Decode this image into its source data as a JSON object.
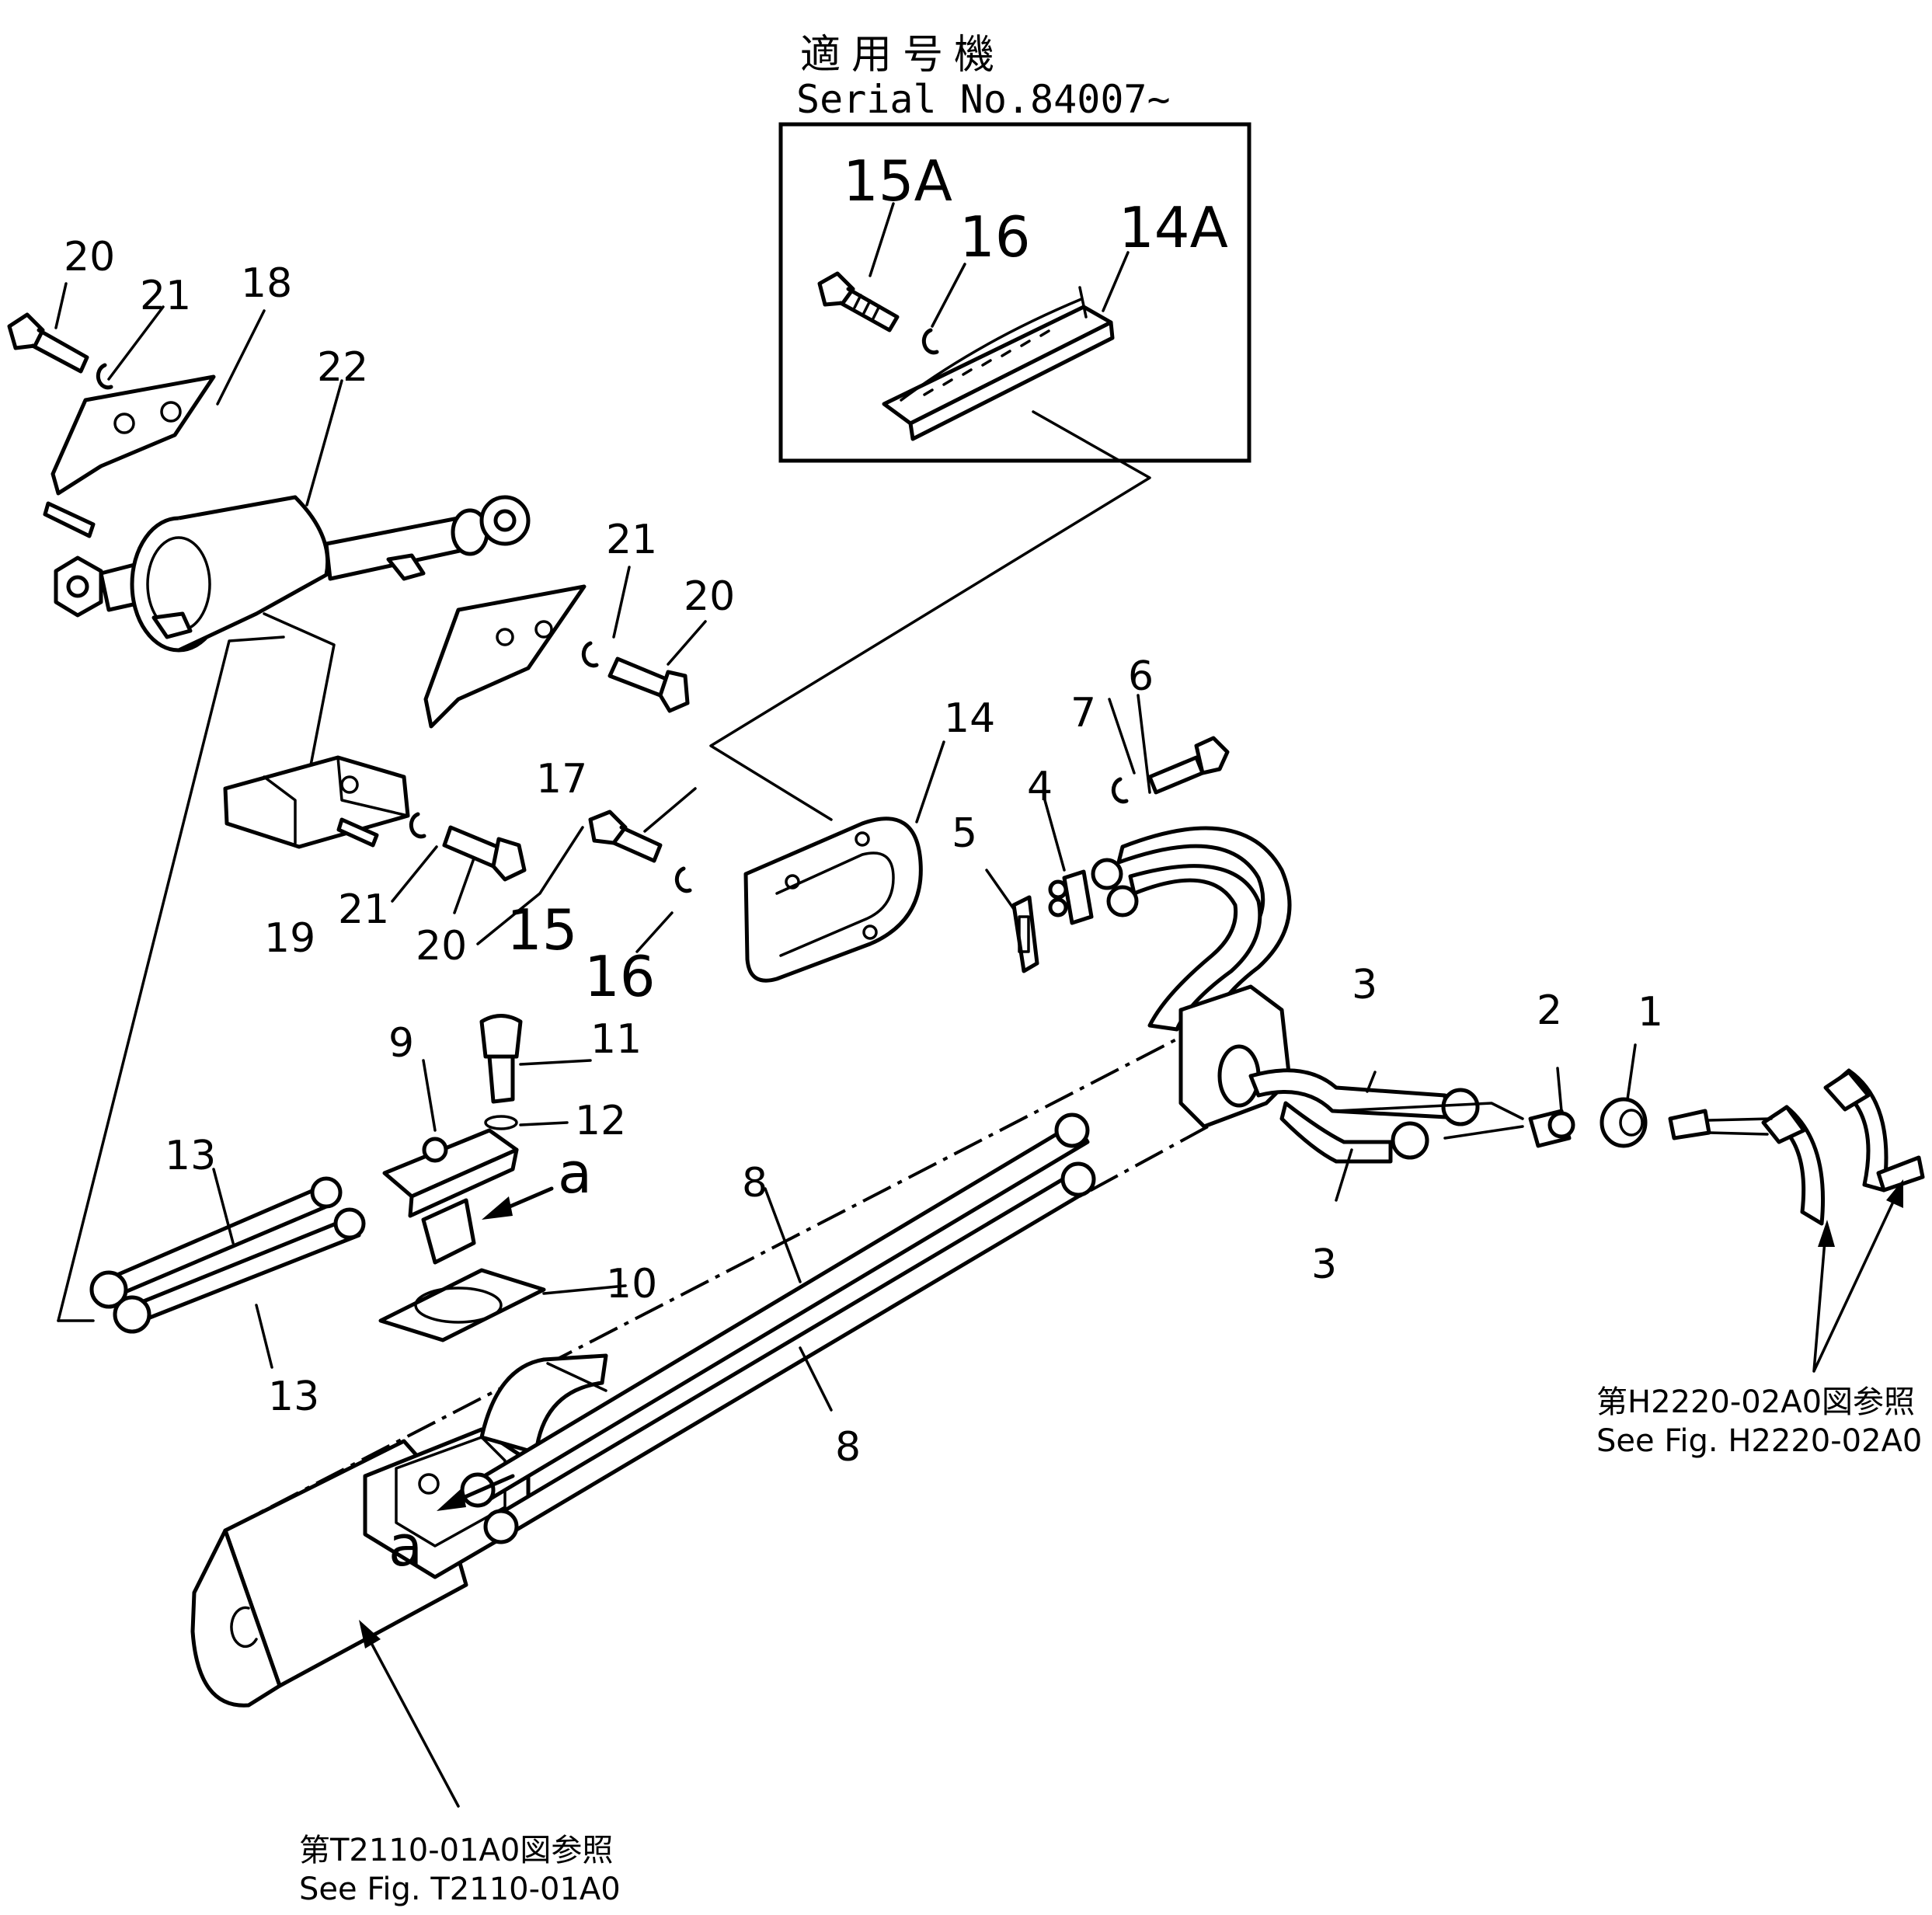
{
  "inset": {
    "title_jp": "適用号機",
    "serial": "Serial No.84007~",
    "labels": {
      "p15A": "15A",
      "p16": "16",
      "p14A": "14A"
    }
  },
  "callouts": {
    "c1": "1",
    "c2": "2",
    "c3a": "3",
    "c3b": "3",
    "c4": "4",
    "c5": "5",
    "c6": "6",
    "c7": "7",
    "c8a": "8",
    "c8b": "8",
    "c9": "9",
    "c10": "10",
    "c11": "11",
    "c12": "12",
    "c13a": "13",
    "c13b": "13",
    "c14": "14",
    "c15": "15",
    "c16": "16",
    "c17": "17",
    "c18": "18",
    "c19": "19",
    "c20a": "20",
    "c20b": "20",
    "c20c": "20",
    "c21a": "21",
    "c21b": "21",
    "c21c": "21",
    "c22": "22",
    "view_a1": "a",
    "view_a2": "a"
  },
  "references": {
    "ref1_jp": "第H2220-02A0図参照",
    "ref1_en": "See Fig. H2220-02A0",
    "ref2_jp": "第T2110-01A0図参照",
    "ref2_en": "See Fig. T2110-01A0"
  }
}
